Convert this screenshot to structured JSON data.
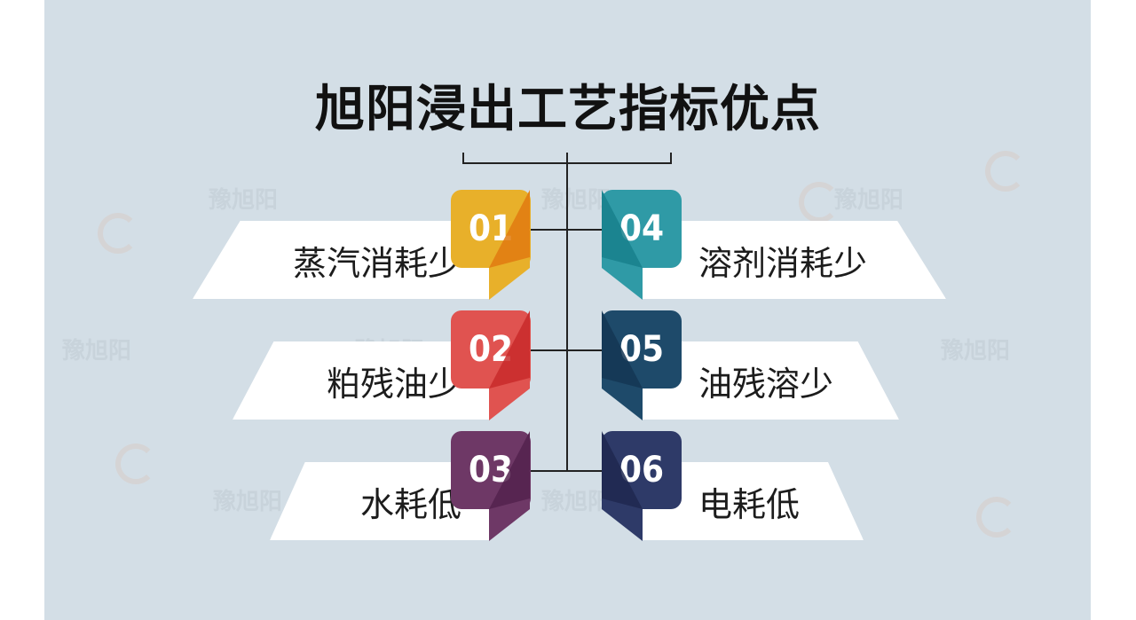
{
  "title": "旭阳浸出工艺指标优点",
  "watermark": "豫旭阳",
  "items": [
    {
      "num": "01",
      "text": "蒸汽消耗少",
      "color": "#e09a1e",
      "dark": "#e07a10"
    },
    {
      "num": "02",
      "text": "粕残油少",
      "color": "#e05350",
      "dark": "#c82a2a"
    },
    {
      "num": "03",
      "text": "水耗低",
      "color": "#6e3866",
      "dark": "#54224e"
    },
    {
      "num": "04",
      "text": "溶剂消耗少",
      "color": "#2f9aa6",
      "dark": "#17808c"
    },
    {
      "num": "05",
      "text": "油残溶少",
      "color": "#1e4a6a",
      "dark": "#143654"
    },
    {
      "num": "06",
      "text": "电耗低",
      "color": "#2e3a68",
      "dark": "#1e2850"
    }
  ]
}
